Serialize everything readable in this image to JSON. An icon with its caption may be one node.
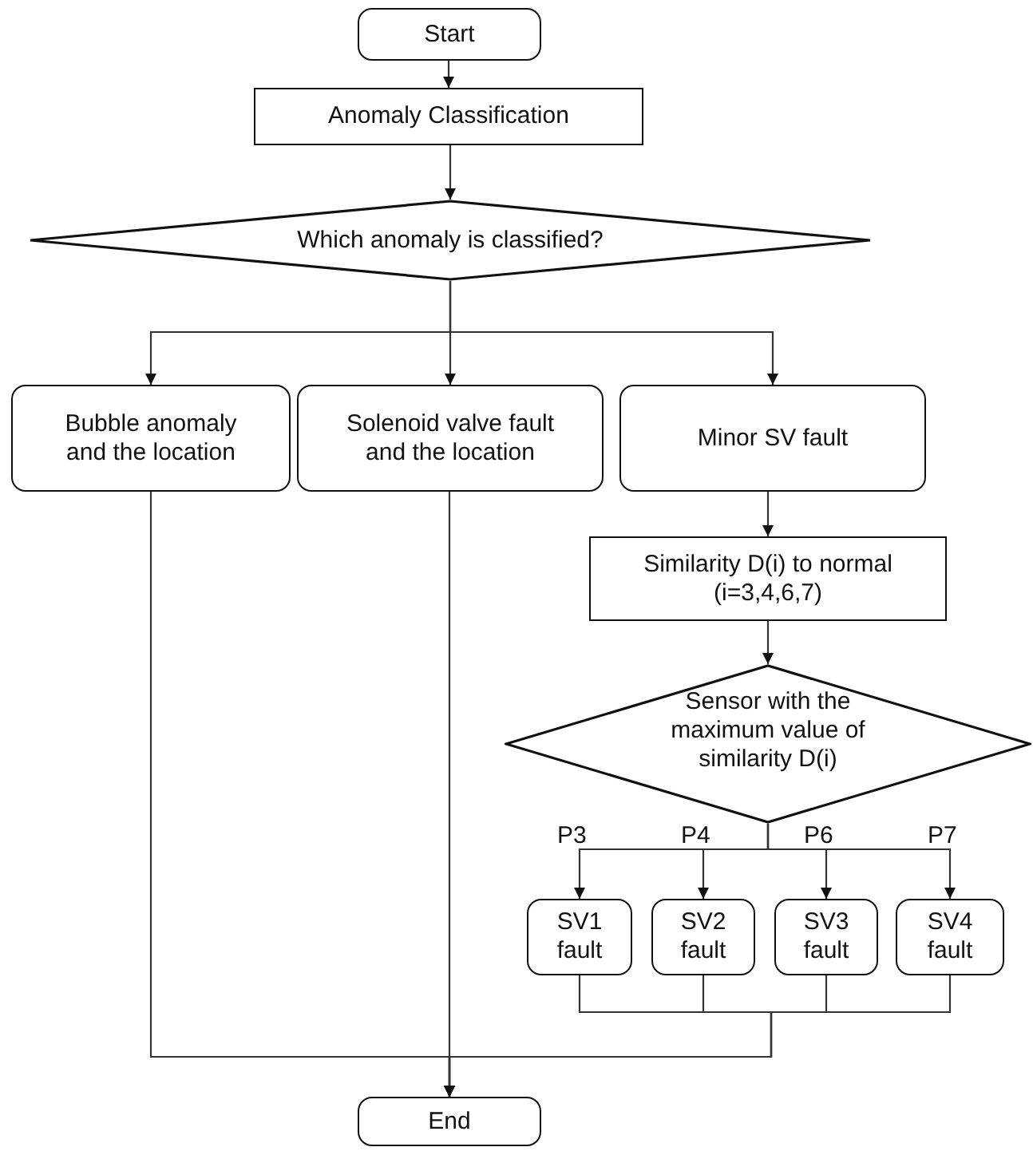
{
  "diagram": {
    "nodes": [
      {
        "text": [
          "Start"
        ]
      },
      {
        "text": [
          "Anomaly Classification"
        ]
      },
      {
        "text": [
          "Which anomaly is classified?"
        ]
      },
      {
        "text": [
          "Bubble anomaly and the location"
        ]
      },
      {
        "text": [
          "Solenoid valve fault and the location"
        ]
      },
      {
        "text": [
          "Minor SV fault"
        ]
      },
      {
        "text": [
          "Similarity D(i) to normal (i=3,4,6,7)"
        ]
      },
      {
        "text": [
          "Sensor with the maximum value of similarity D(i)"
        ]
      },
      {
        "text": [
          "SV1 fault"
        ]
      },
      {
        "text": [
          "SV2 fault"
        ]
      },
      {
        "text": [
          "SV3 fault"
        ]
      },
      {
        "text": [
          "SV4 fault"
        ]
      },
      {
        "text": [
          "End"
        ]
      }
    ],
    "edges": [
      {
        "from": 0,
        "to": 1,
        "arrow": "to"
      },
      {
        "from": 1,
        "to": 2,
        "arrow": "to"
      },
      {
        "from": 2,
        "to": 3,
        "arrow": "to"
      },
      {
        "from": 2,
        "to": 4,
        "arrow": "to"
      },
      {
        "from": 2,
        "to": 5,
        "arrow": "to"
      },
      {
        "from": 5,
        "to": 6,
        "arrow": "to"
      },
      {
        "from": 6,
        "to": 7,
        "arrow": "to"
      },
      {
        "from": 7,
        "to": 8,
        "label": "P3",
        "arrow": "to"
      },
      {
        "from": 7,
        "to": 9,
        "label": "P4",
        "arrow": "to"
      },
      {
        "from": 7,
        "to": 10,
        "label": "P6",
        "arrow": "to"
      },
      {
        "from": 7,
        "to": 11,
        "label": "P7",
        "arrow": "to"
      },
      {
        "from": 3,
        "to": 12,
        "arrow": "to"
      },
      {
        "from": 4,
        "to": 12,
        "arrow": "to"
      },
      {
        "from": 8,
        "to": 12,
        "arrow": "to"
      },
      {
        "from": 9,
        "to": 12,
        "arrow": "to"
      },
      {
        "from": 10,
        "to": 12,
        "arrow": "to"
      },
      {
        "from": 11,
        "to": 12,
        "arrow": "to"
      }
    ]
  }
}
